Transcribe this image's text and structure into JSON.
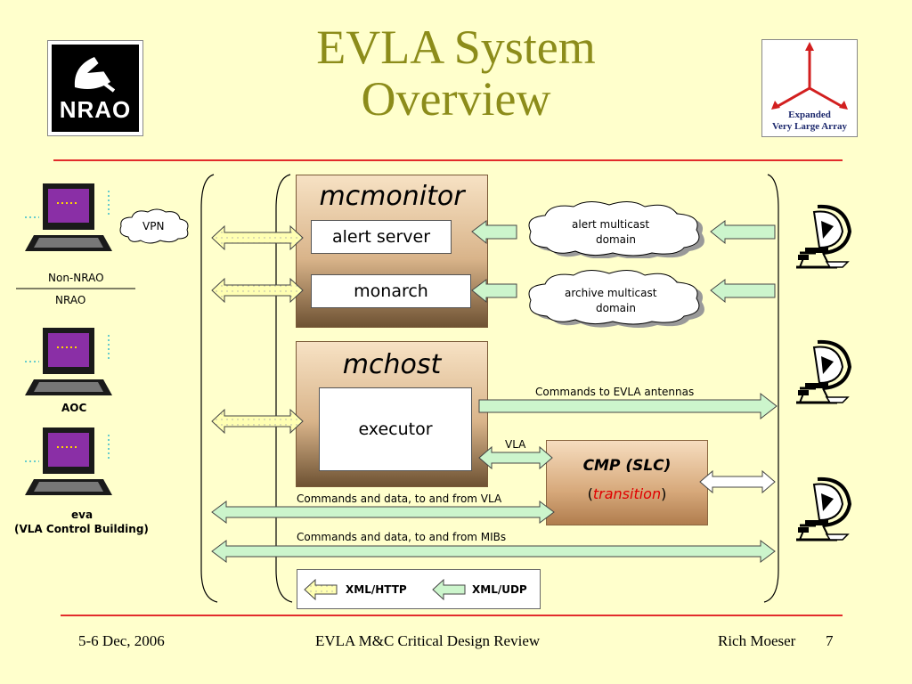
{
  "title": {
    "line1": "EVLA System",
    "line2": "Overview"
  },
  "logos": {
    "nrao": {
      "text": "NRAO"
    },
    "evla": {
      "line1": "Expanded",
      "line2": "Very Large Array"
    }
  },
  "network": {
    "vpn": "VPN",
    "non_nrao": "Non-NRAO",
    "nrao": "NRAO",
    "aoc": "AOC",
    "eva": "eva",
    "eva_sub": "(VLA Control Building)"
  },
  "mcmonitor": {
    "name": "mcmonitor",
    "alert_server": "alert server",
    "monarch": "monarch"
  },
  "clouds": {
    "alert": {
      "line1": "alert multicast",
      "line2": "domain"
    },
    "archive": {
      "line1": "archive multicast",
      "line2": "domain"
    }
  },
  "mchost": {
    "name": "mchost",
    "executor": "executor"
  },
  "cmp": {
    "name": "CMP (SLC)",
    "open": "(",
    "transition": "transition",
    "close": ")"
  },
  "labels": {
    "commands_antennas": "Commands to EVLA antennas",
    "vla": "VLA",
    "commands_vla": "Commands and data, to and from VLA",
    "commands_mibs": "Commands and data, to and from MIBs"
  },
  "legend": {
    "http": "XML/HTTP",
    "udp": "XML/UDP"
  },
  "footer": {
    "date": "5-6 Dec, 2006",
    "review": "EVLA M&C Critical Design Review",
    "author": "Rich Moeser",
    "page": "7"
  },
  "colors": {
    "background": "#ffffcc",
    "title": "#8c8c1a",
    "rule": "#e22c2c",
    "arrow_green": "#ccf5cc",
    "arrow_yellow": "#ffffb3",
    "transition": "#e00000"
  }
}
